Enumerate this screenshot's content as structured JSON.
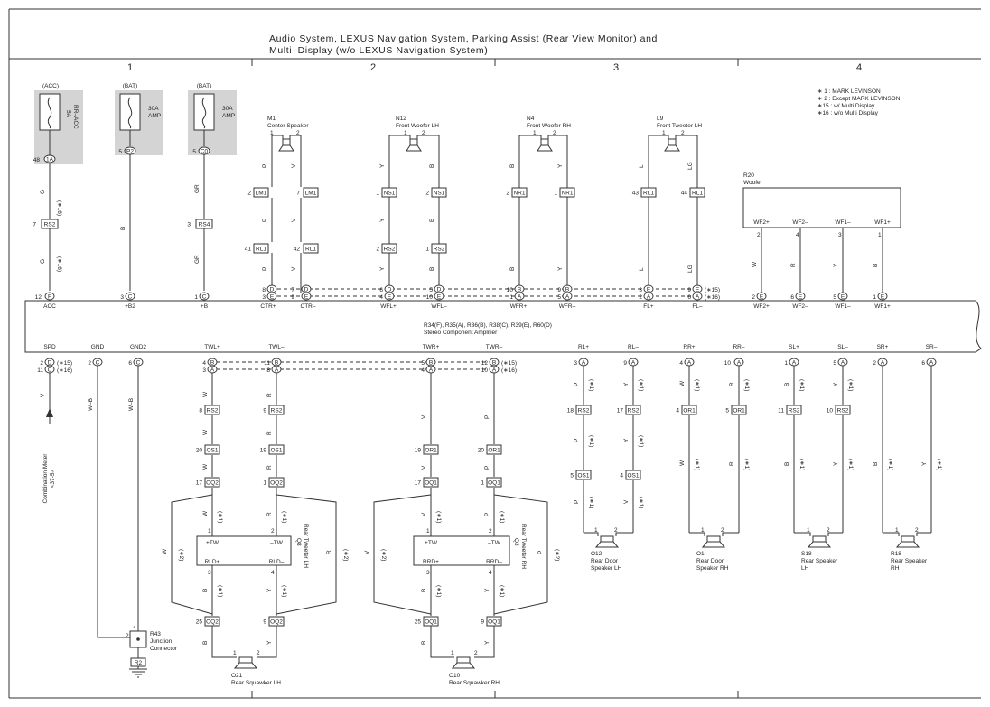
{
  "title": {
    "line1": "Audio System, LEXUS Navigation System, Parking Assist (Rear View Monitor) and",
    "line2": "Multi–Display (w/o LEXUS Navigation System)"
  },
  "columns": [
    "1",
    "2",
    "3",
    "4"
  ],
  "notes": [
    "∗ 1 : MARK LEVINSON",
    "∗ 2 : Except MARK LEVINSON",
    "∗15 : w/ Multi Display",
    "∗16 : w/o Multi Display"
  ],
  "fuses": [
    {
      "src": "(ACC)",
      "label1": "5A",
      "label2": "RR–ACC",
      "pin": "48",
      "conn": "1A"
    },
    {
      "src": "(BAT)",
      "label1": "30A",
      "label2": "AMP",
      "pin": "5",
      "conn": "P2"
    },
    {
      "src": "(BAT)",
      "label1": "30A",
      "label2": "AMP",
      "pin": "5",
      "conn": "C0"
    }
  ],
  "speakers": {
    "m1": {
      "id": "M1",
      "name": "Center Speaker"
    },
    "n12": {
      "id": "N12",
      "name": "Front Woofer LH"
    },
    "n4": {
      "id": "N4",
      "name": "Front Woofer RH"
    },
    "l9": {
      "id": "L9",
      "name": "Front Tweeter LH"
    },
    "r20": {
      "id": "R20",
      "name": "Woofer"
    },
    "o12": {
      "id": "O12",
      "name1": "Rear Door",
      "name2": "Speaker LH"
    },
    "o1": {
      "id": "O1",
      "name1": "Rear Door",
      "name2": "Speaker RH"
    },
    "s18": {
      "id": "S18",
      "name1": "Rear Speaker",
      "name2": "LH"
    },
    "r18": {
      "id": "R18",
      "name1": "Rear Speaker",
      "name2": "RH"
    },
    "o21": {
      "id": "O21",
      "name": "Rear Squawker LH"
    },
    "o10": {
      "id": "O10",
      "name": "Rear Squawker RH"
    },
    "q8": {
      "id": "Q8",
      "name": "Rear Tweeter LH"
    },
    "q3": {
      "id": "Q3",
      "name": "Rear Tweeter RH"
    }
  },
  "amplifier": {
    "connectors": "R34(F), R35(A), R36(B), R38(C), R39(E), R60(D)",
    "name": "Stereo Component Amplifier",
    "top_pins": [
      "ACC",
      "+B2",
      "+B",
      "CTR+",
      "CTR–",
      "WFL+",
      "WFL–",
      "WFR+",
      "WFR–",
      "FL+",
      "FL–",
      "WF2+",
      "WF2–",
      "WF1–",
      "WF1+"
    ],
    "bottom_pins": [
      "SPD",
      "GND",
      "GND2",
      "TWL+",
      "TWL–",
      "TWR+",
      "TWR–",
      "RL+",
      "RL–",
      "RR+",
      "RR–",
      "SL+",
      "SL–",
      "SR+",
      "SR–"
    ]
  },
  "woofer_pins": [
    "WF2+",
    "WF2–",
    "WF1–",
    "WF1+"
  ],
  "tweeter_pins": {
    "plus": "+TW",
    "minus": "–TW",
    "rldp": "RLD+",
    "rldm": "RLD–",
    "rrdp": "RRD+",
    "rrdm": "RRD–"
  },
  "junction": {
    "id": "R43",
    "name1": "Junction",
    "name2": "Connector",
    "ground": "R2"
  },
  "meter": {
    "name": "Combination Meter",
    "ref": "<37-5>"
  },
  "connector_ids": [
    "RS2",
    "RS4",
    "LM1",
    "RL1",
    "NS1",
    "NR1",
    "OS1",
    "OQ2",
    "OR1",
    "OQ1"
  ],
  "wire_colors": [
    "G",
    "B",
    "GR",
    "P",
    "V",
    "Y",
    "L",
    "LG",
    "W",
    "R",
    "W–B"
  ],
  "wire_notes": [
    "(∗16)",
    "(∗15)",
    "(∗1)",
    "(∗2)"
  ]
}
